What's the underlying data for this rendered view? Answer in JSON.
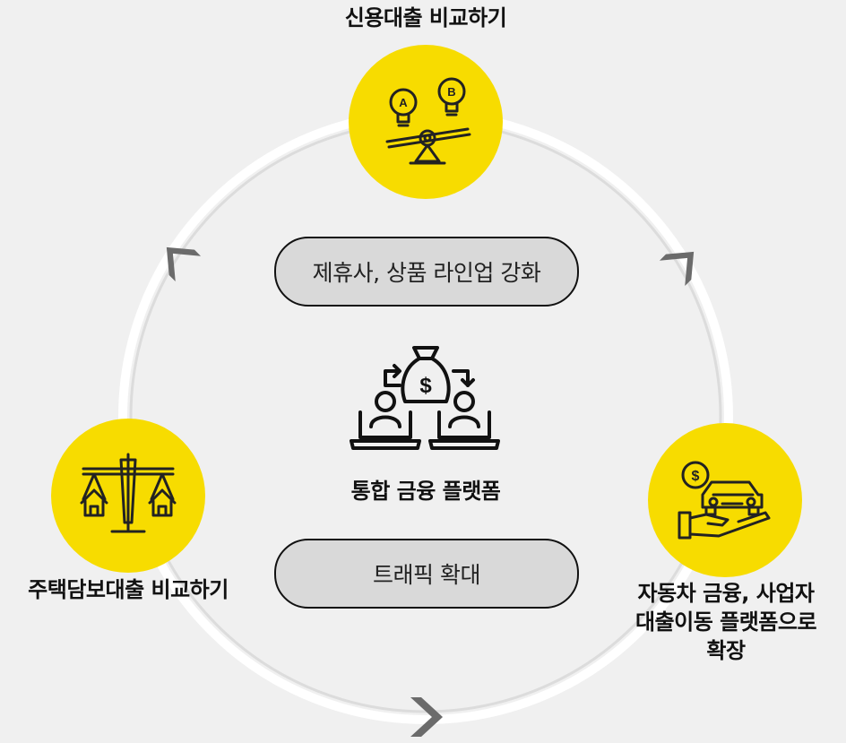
{
  "nodes": {
    "top": {
      "label": "신용대출 비교하기",
      "icon": "balance-scale-bulbs-icon"
    },
    "left": {
      "label": "주택담보대출 비교하기",
      "icon": "scale-houses-icon"
    },
    "right": {
      "label_lines": [
        "자동차 금융, 사업자",
        "대출이동 플랫폼으로",
        "확장"
      ],
      "icon": "hand-car-icon"
    }
  },
  "center": {
    "pill_top": "제휴사, 상품 라인업 강화",
    "title": "통합 금융 플랫폼",
    "pill_bottom": "트래픽 확대",
    "icon": "money-bag-users-icon"
  },
  "colors": {
    "accent": "#f7dc00",
    "ring": "#ffffff",
    "arrow": "#6b6b6b",
    "pill": "#d9d9d9",
    "background": "#f0f0f0"
  }
}
